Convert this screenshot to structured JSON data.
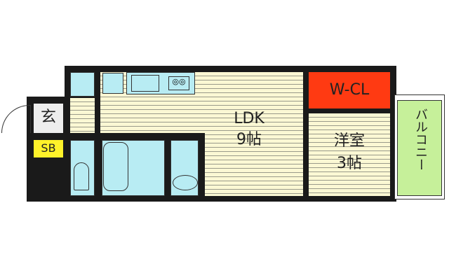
{
  "rooms": {
    "entrance": "玄",
    "shoe_box": "SB",
    "ldk": {
      "name": "LDK",
      "size": "9帖"
    },
    "closet": "W-CL",
    "western": {
      "name": "洋室",
      "size": "3帖"
    },
    "balcony": "バルコニー"
  },
  "colors": {
    "closet": "#ff3a12",
    "balcony": "#c6f09a",
    "wet": "#b8ecf3",
    "floor": "#fbf8d4",
    "shoe_box": "#fff22a"
  }
}
